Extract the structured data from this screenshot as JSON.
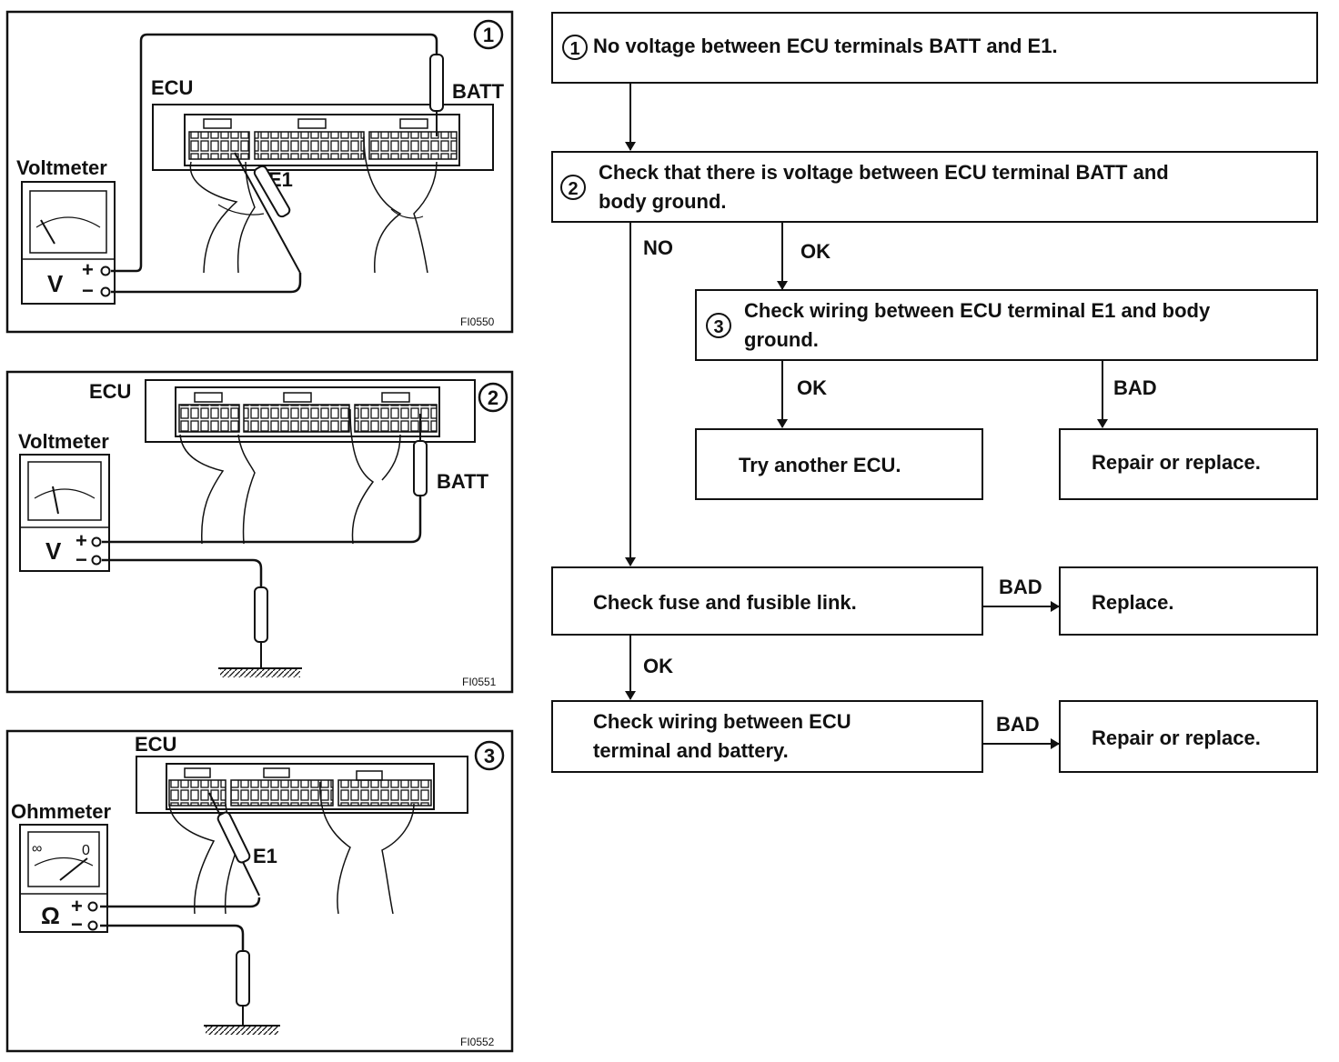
{
  "panels": [
    {
      "num": "1",
      "ecu": "ECU",
      "batt": "BATT",
      "e1": "E1",
      "meter": "Voltmeter",
      "symbol": "V",
      "plus": "+",
      "minus": "−",
      "code": "FI0550"
    },
    {
      "num": "2",
      "ecu": "ECU",
      "batt": "BATT",
      "meter": "Voltmeter",
      "symbol": "V",
      "plus": "+",
      "minus": "−",
      "code": "FI0551"
    },
    {
      "num": "3",
      "ecu": "ECU",
      "e1": "E1",
      "meter": "Ohmmeter",
      "symbol": "Ω",
      "plus": "+",
      "minus": "−",
      "inf": "∞",
      "zero": "0",
      "code": "FI0552"
    }
  ],
  "flow": {
    "step1": {
      "num": "1",
      "text": "No voltage between ECU terminals BATT and E1."
    },
    "step2": {
      "num": "2",
      "line1": "Check that there is voltage between ECU terminal BATT and",
      "line2": "body ground."
    },
    "step3": {
      "num": "3",
      "line1": "Check wiring between ECU terminal E1 and body",
      "line2": "ground."
    },
    "try_ecu": "Try another ECU.",
    "repair1": "Repair or replace.",
    "check_fuse": "Check fuse and fusible link.",
    "replace": "Replace.",
    "check_wiring": {
      "line1": "Check wiring between ECU",
      "line2": "terminal and battery."
    },
    "repair2": "Repair or replace.",
    "labels": {
      "no": "NO",
      "ok1": "OK",
      "ok2": "OK",
      "bad1": "BAD",
      "bad2": "BAD",
      "ok3": "OK",
      "bad3": "BAD"
    }
  }
}
